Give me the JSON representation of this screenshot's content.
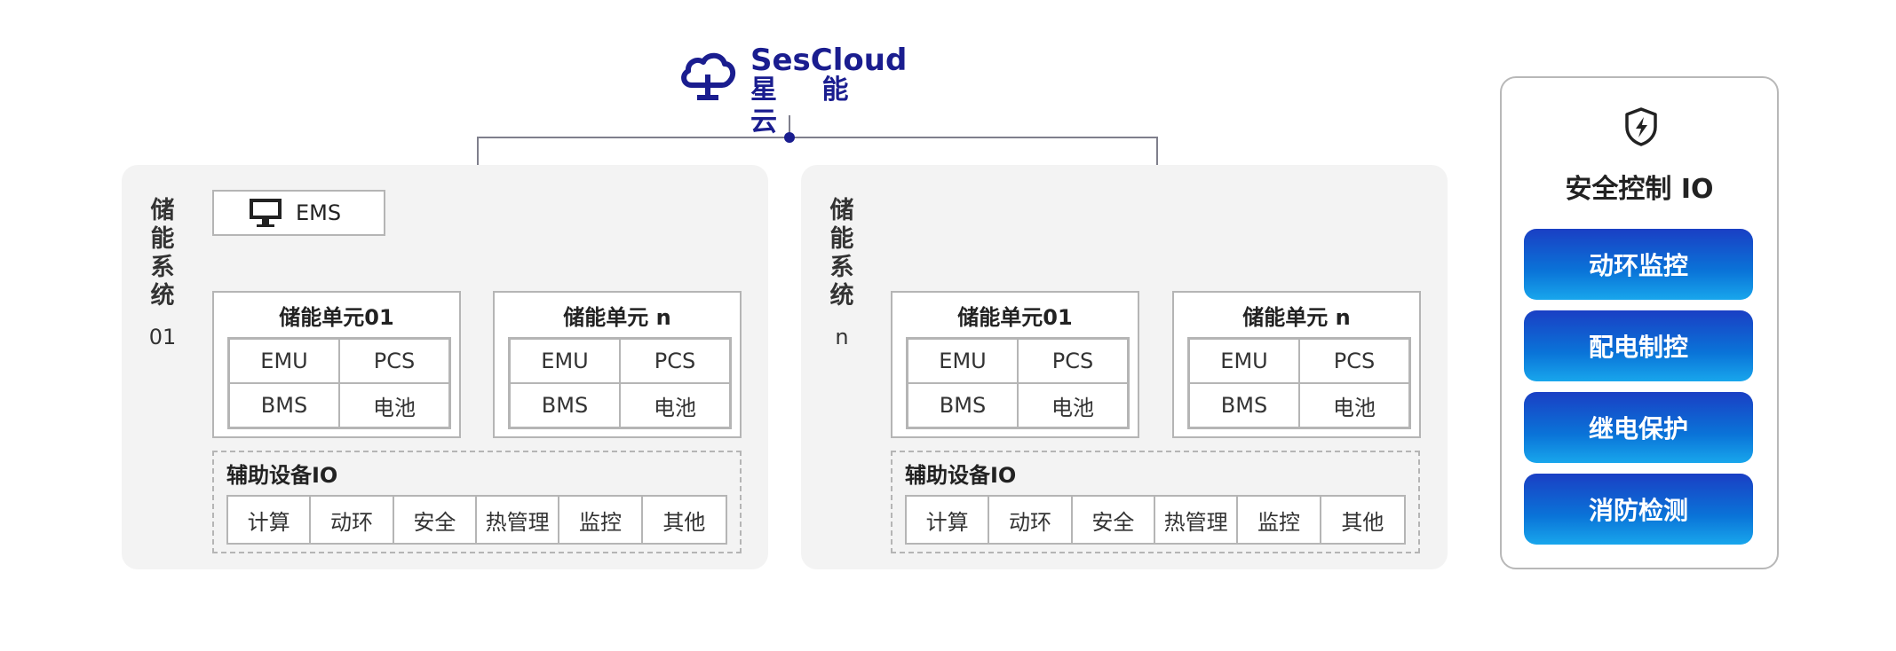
{
  "logo": {
    "name_en": "SesCloud",
    "name_zh": "星 能 云"
  },
  "ems": {
    "label": "EMS"
  },
  "systems": [
    {
      "title": "储能系统",
      "number": "01",
      "units": [
        {
          "title": "储能单元01",
          "cells": [
            "EMU",
            "PCS",
            "BMS",
            "电池"
          ]
        },
        {
          "title": "储能单元 n",
          "cells": [
            "EMU",
            "PCS",
            "BMS",
            "电池"
          ]
        }
      ],
      "aux": {
        "title": "辅助设备IO",
        "items": [
          "计算",
          "动环",
          "安全",
          "热管理",
          "监控",
          "其他"
        ]
      }
    },
    {
      "title": "储能系统",
      "number": "n",
      "units": [
        {
          "title": "储能单元01",
          "cells": [
            "EMU",
            "PCS",
            "BMS",
            "电池"
          ]
        },
        {
          "title": "储能单元 n",
          "cells": [
            "EMU",
            "PCS",
            "BMS",
            "电池"
          ]
        }
      ],
      "aux": {
        "title": "辅助设备IO",
        "items": [
          "计算",
          "动环",
          "安全",
          "热管理",
          "监控",
          "其他"
        ]
      }
    }
  ],
  "safety": {
    "title": "安全控制 IO",
    "buttons": [
      "动环监控",
      "配电制控",
      "继电保护",
      "消防检测"
    ]
  },
  "colors": {
    "line": "#7a7a8a",
    "node": "#1a1d8f",
    "button_top": "#1a3fc4",
    "button_bottom": "#18a6ec",
    "brand": "#1a1d8f"
  }
}
